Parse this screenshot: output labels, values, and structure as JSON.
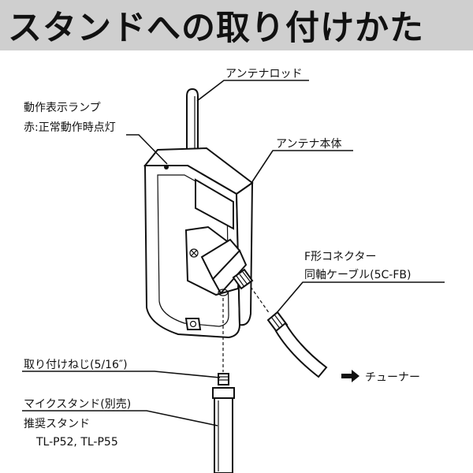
{
  "header": {
    "title": "スタンドへの取り付けかた"
  },
  "labels": {
    "antenna_rod": "アンテナロッド",
    "lamp_line1": "動作表示ランプ",
    "lamp_line2": "赤:正常動作時点灯",
    "antenna_body": "アンテナ本体",
    "connector_line1": "F形コネクター",
    "connector_line2": "同軸ケーブル(5C-FB)",
    "tuner": "チューナー",
    "screw": "取り付けねじ(5/16″)",
    "stand_line1": "マイクスタンド(別売)",
    "stand_line2": "推奨スタンド",
    "stand_line3": "TL-P52, TL-P55"
  },
  "icons": {
    "tuner_arrow": "right-arrow-icon"
  }
}
